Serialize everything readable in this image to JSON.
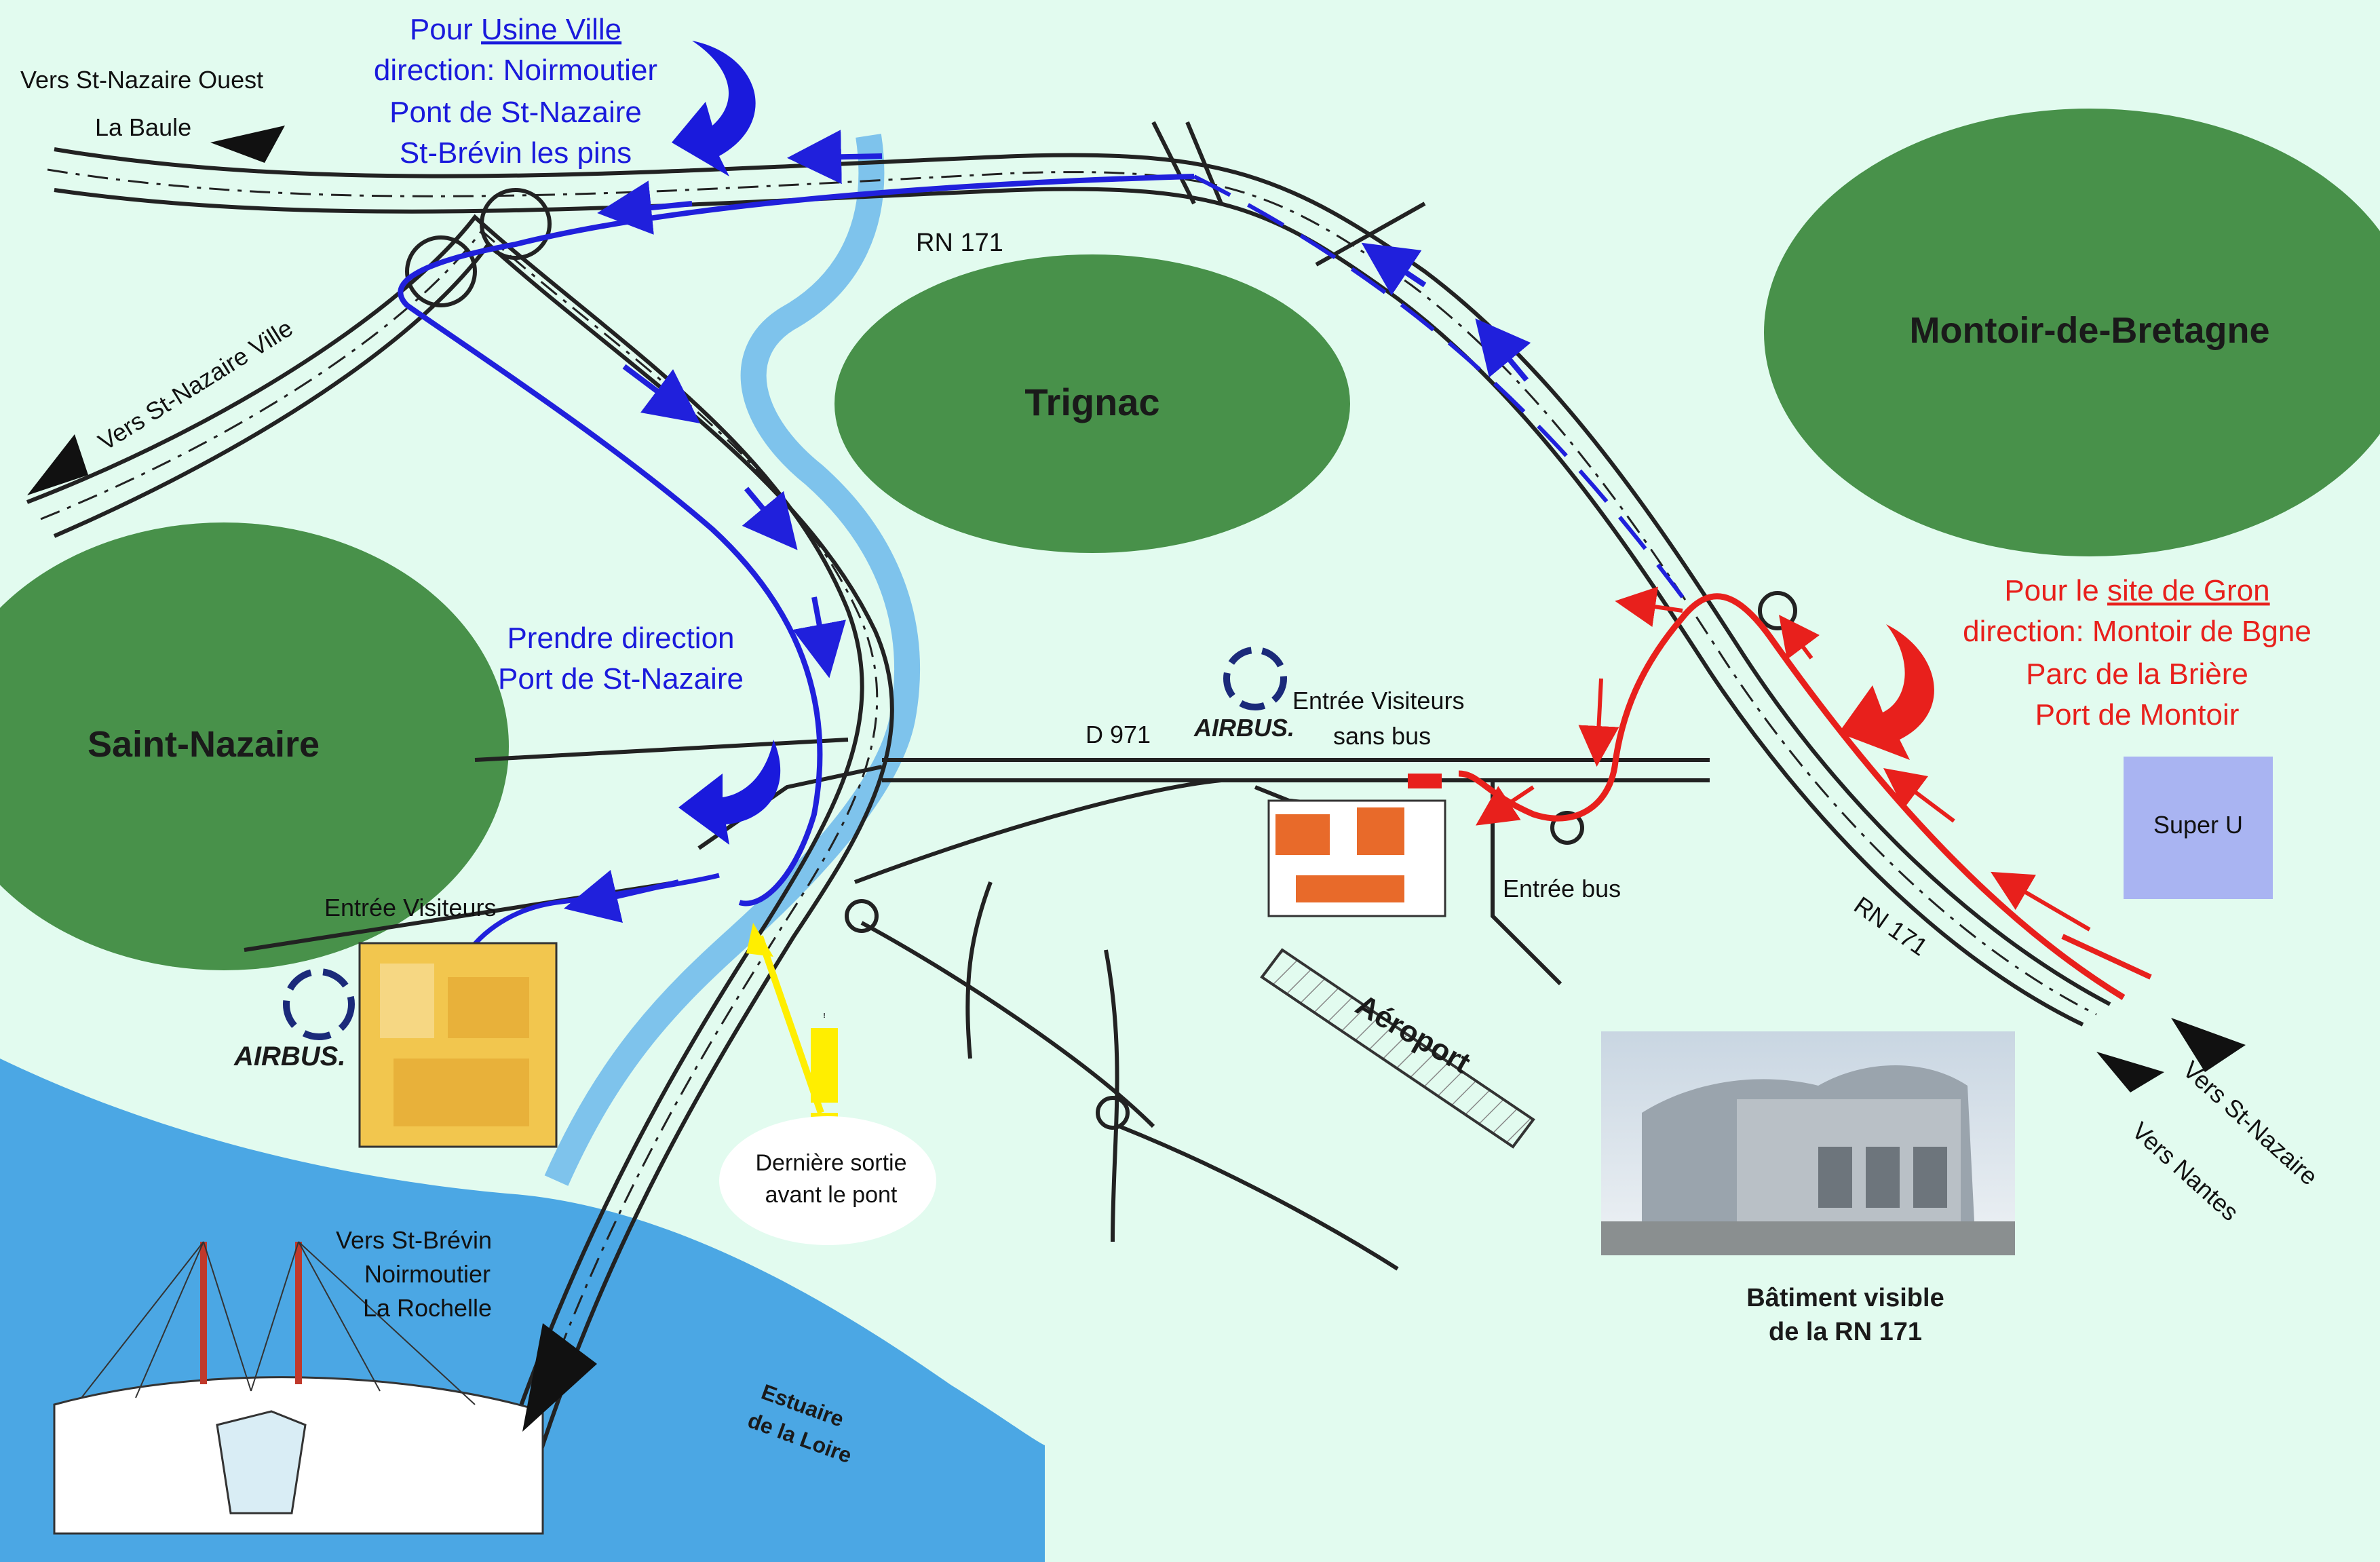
{
  "colors": {
    "land": "#e2fbef",
    "town": "#48914a",
    "water": "#4ba7e4",
    "river": "#7ec3ec",
    "route_blue": "#2020dc",
    "route_red": "#e8201c",
    "supermarket": "#a9b4f2",
    "airbus_blue": "#1b2a7a",
    "warning": "#ffee00"
  },
  "towns": {
    "trignac": "Trignac",
    "montoir": "Montoir-de-Bretagne",
    "saint_nazaire": "Saint-Nazaire"
  },
  "roads": {
    "rn171_top": "RN 171",
    "rn171_right": "RN 171",
    "d971": "D 971"
  },
  "directions": {
    "west_line1": "Vers St-Nazaire Ouest",
    "west_line2": "La Baule",
    "city": "Vers St-Nazaire Ville",
    "sw_line1": "Vers St-Brévin",
    "sw_line2": "Noirmoutier",
    "sw_line3": "La Rochelle",
    "east_nazaire": "Vers St-Nazaire",
    "east_nantes": "Vers Nantes"
  },
  "blue_route": {
    "prefix": "Pour ",
    "link": "Usine Ville",
    "line2": "direction: Noirmoutier",
    "line3": "Pont de St-Nazaire",
    "line4": "St-Brévin les pins",
    "take_line1": "Prendre direction",
    "take_line2": "Port de St-Nazaire"
  },
  "red_route": {
    "prefix": "Pour le ",
    "link": "site de Gron",
    "line2": "direction: Montoir de Bgne",
    "line3": "Parc de la Brière",
    "line4": "Port de Montoir"
  },
  "places": {
    "visitor_entrance_west": "Entrée Visiteurs",
    "visitor_entrance_east_line1": "Entrée Visiteurs",
    "visitor_entrance_east_line2": "sans bus",
    "bus_entrance": "Entrée bus",
    "airport": "Aéroport",
    "super_u": "Super U",
    "estuary_line1": "Estuaire",
    "estuary_line2": "de la Loire",
    "last_exit_line1": "Dernière sortie",
    "last_exit_line2": "avant le pont",
    "warning_mark": "!",
    "building_line1": "Bâtiment visible",
    "building_line2": "de la RN 171"
  },
  "logos": {
    "airbus_west": "AIRBUS.",
    "airbus_east": "AIRBUS."
  }
}
